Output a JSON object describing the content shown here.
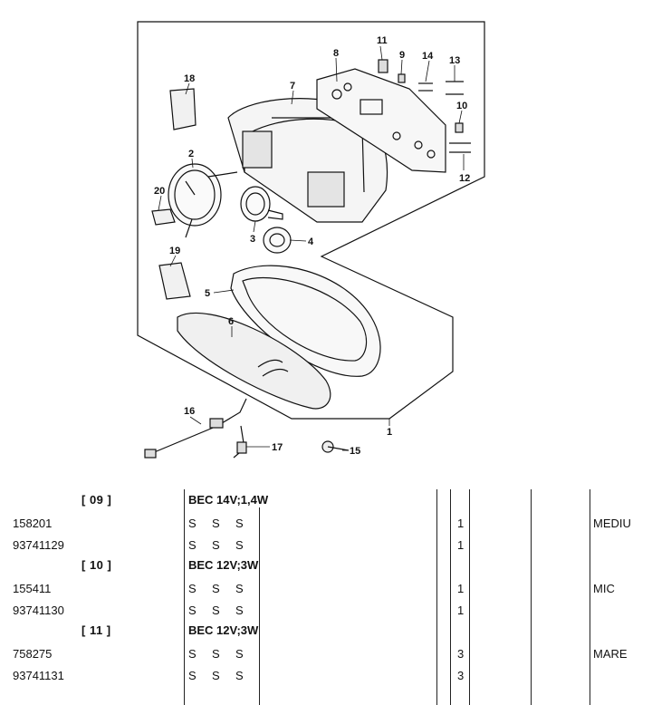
{
  "diagram": {
    "callouts": [
      "1",
      "2",
      "3",
      "4",
      "5",
      "6",
      "7",
      "8",
      "9",
      "10",
      "11",
      "12",
      "13",
      "14",
      "15",
      "16",
      "17",
      "18",
      "19",
      "20"
    ]
  },
  "parts_table": {
    "groups": [
      {
        "group_label": "[ 09 ]",
        "description": "BEC 14V;1,4W",
        "size": "MEDIU",
        "items": [
          {
            "code": "158201",
            "flags": [
              "S",
              "S",
              "S"
            ],
            "qty": "1"
          },
          {
            "code": "93741129",
            "flags": [
              "S",
              "S",
              "S"
            ],
            "qty": "1"
          }
        ]
      },
      {
        "group_label": "[ 10 ]",
        "description": "BEC 12V;3W",
        "size": "MIC",
        "items": [
          {
            "code": "155411",
            "flags": [
              "S",
              "S",
              "S"
            ],
            "qty": "1"
          },
          {
            "code": "93741130",
            "flags": [
              "S",
              "S",
              "S"
            ],
            "qty": "1"
          }
        ]
      },
      {
        "group_label": "[ 11 ]",
        "description": "BEC 12V;3W",
        "size": "MARE",
        "items": [
          {
            "code": "758275",
            "flags": [
              "S",
              "S",
              "S"
            ],
            "qty": "3"
          },
          {
            "code": "93741131",
            "flags": [
              "S",
              "S",
              "S"
            ],
            "qty": "3"
          }
        ]
      }
    ]
  }
}
